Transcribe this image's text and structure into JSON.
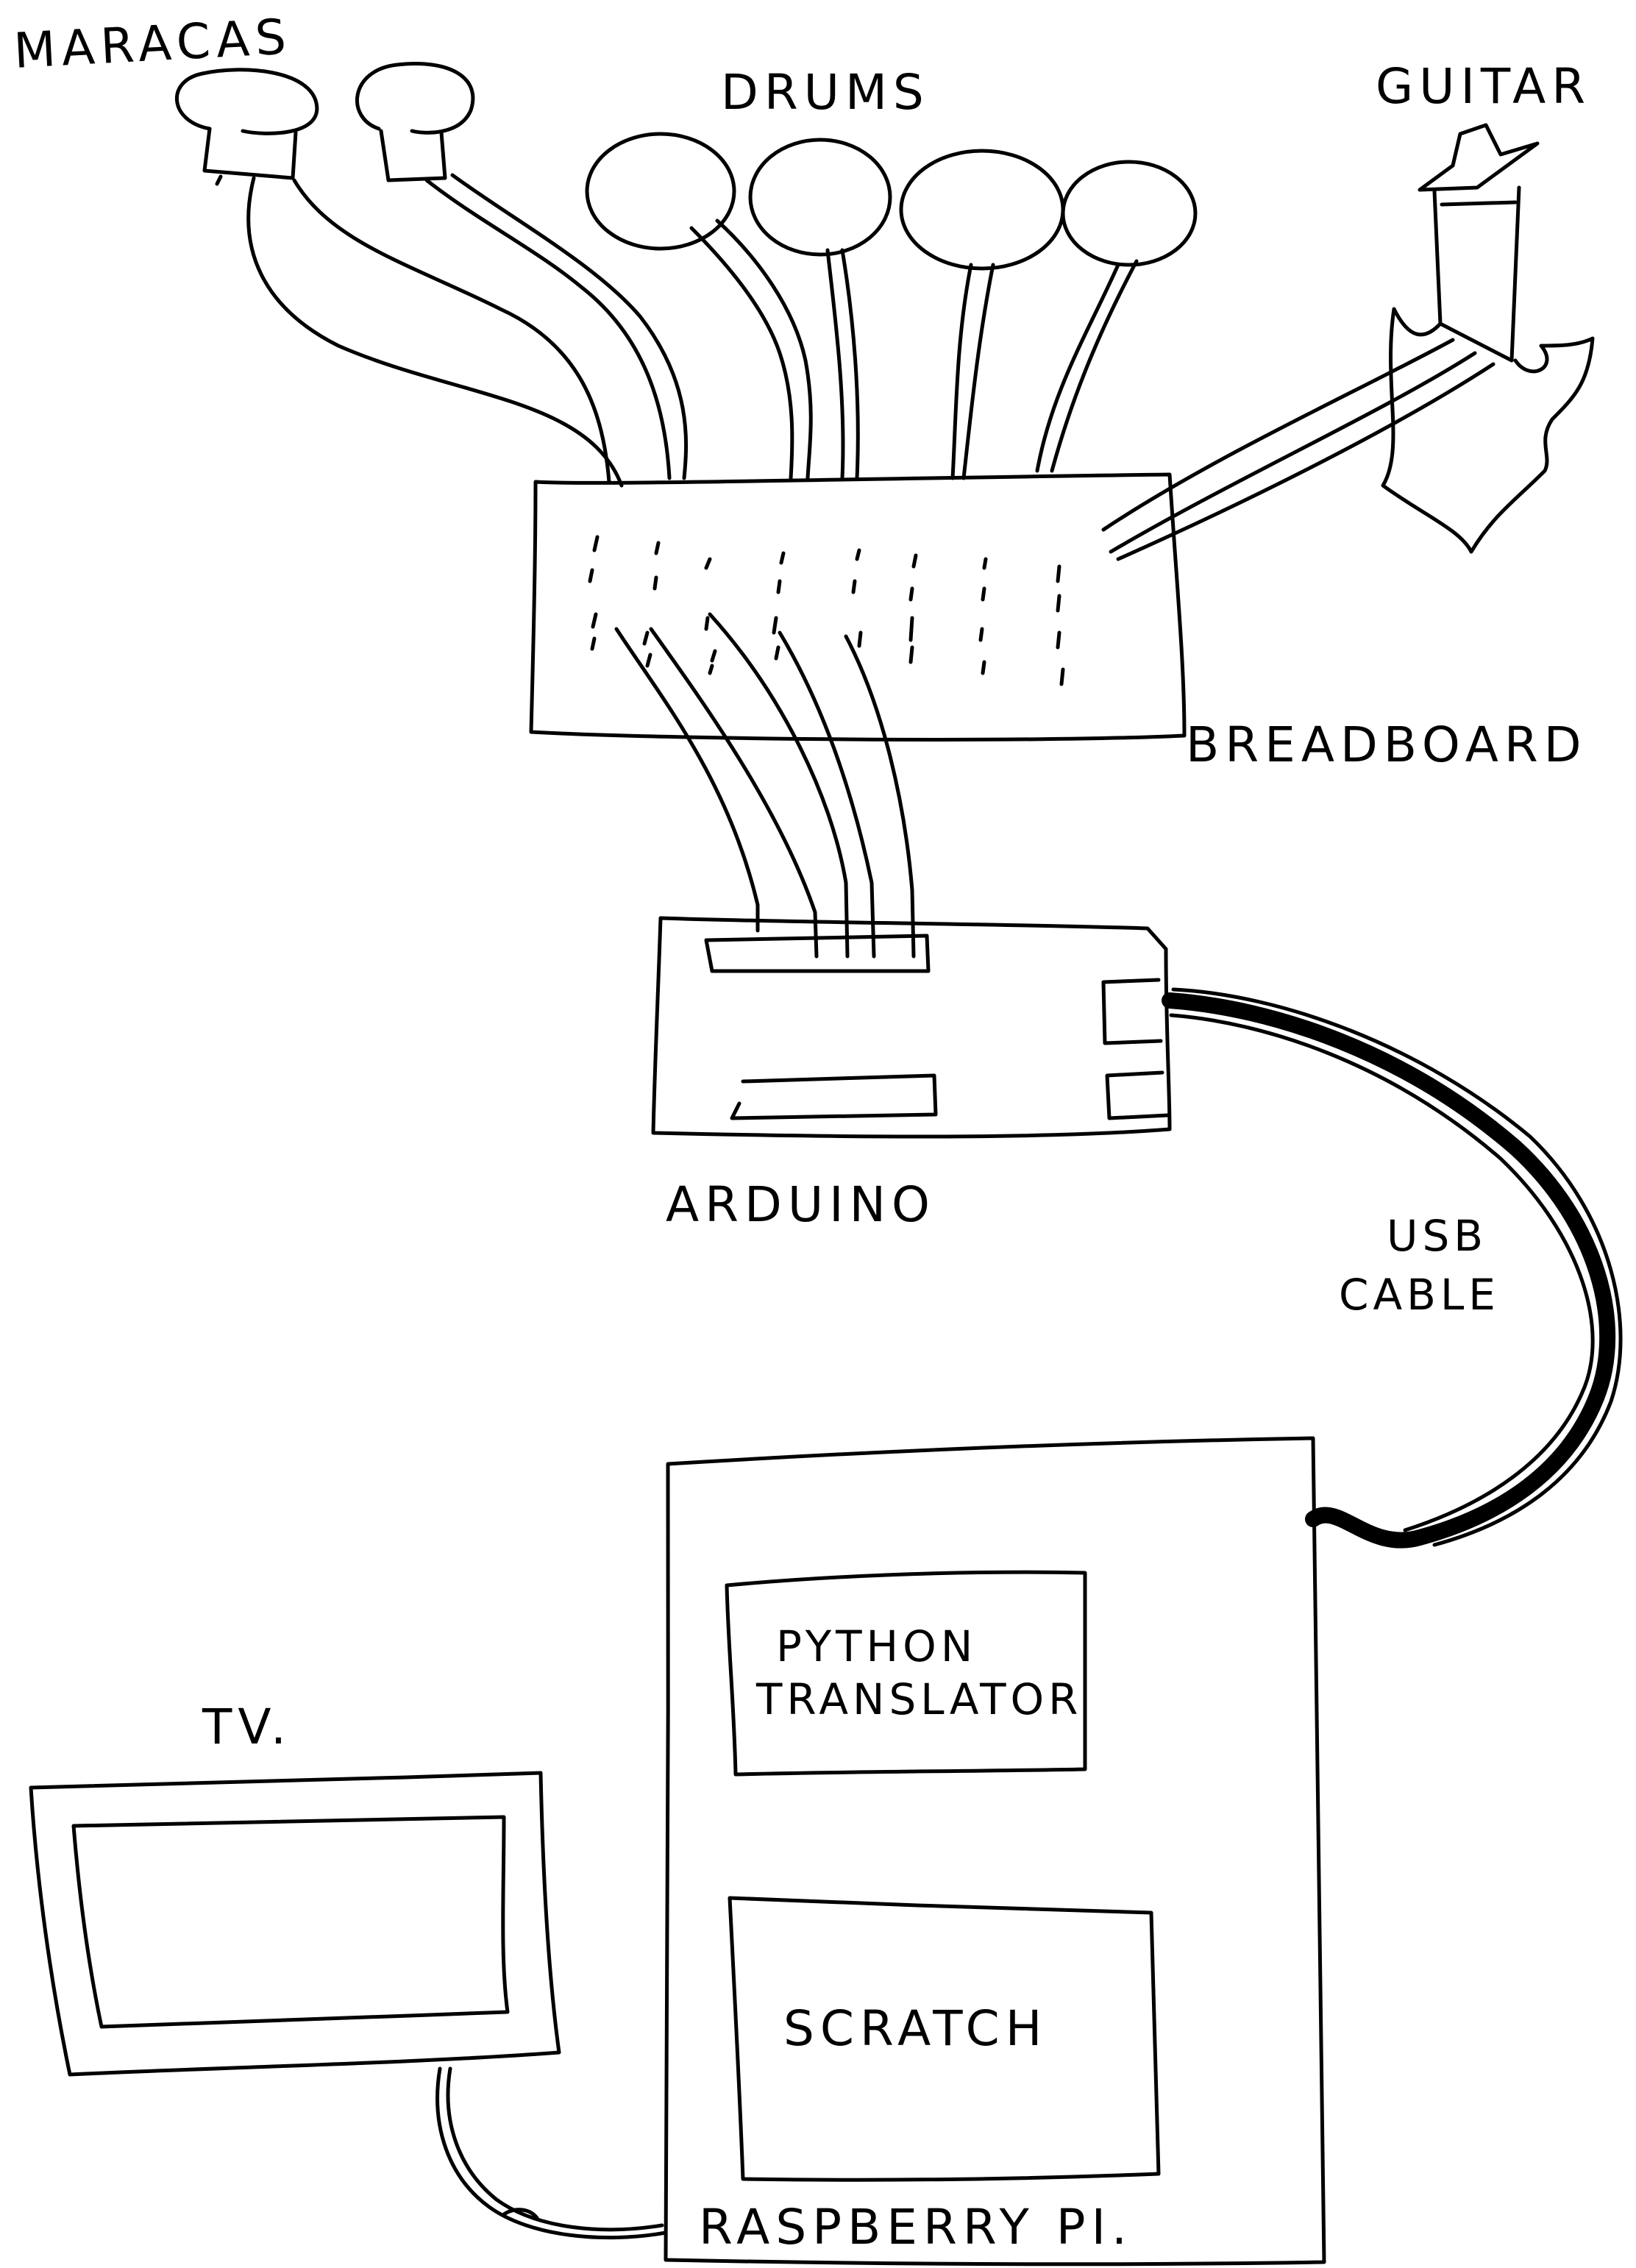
{
  "labels": {
    "maracas": "MARACAS",
    "drums": "DRUMS",
    "guitar": "GUITAR",
    "breadboard": "BREADBOARD",
    "arduino": "ARDUINO",
    "usb_line1": "USB",
    "usb_line2": "CABLE",
    "python_line1": "PYTHON",
    "python_line2": "TRANSLATOR",
    "scratch": "SCRATCH",
    "raspberry_pi": "RASPBERRY PI.",
    "tv": "TV."
  },
  "colors": {
    "ink": "#000000",
    "paper": "#ffffff"
  }
}
